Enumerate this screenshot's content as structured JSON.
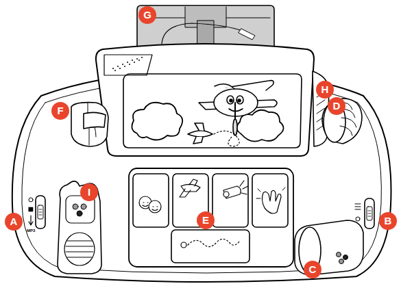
{
  "diagram": {
    "labels": [
      "G",
      "F",
      "H",
      "D",
      "I",
      "E",
      "A",
      "B",
      "C",
      "MP3"
    ]
  }
}
